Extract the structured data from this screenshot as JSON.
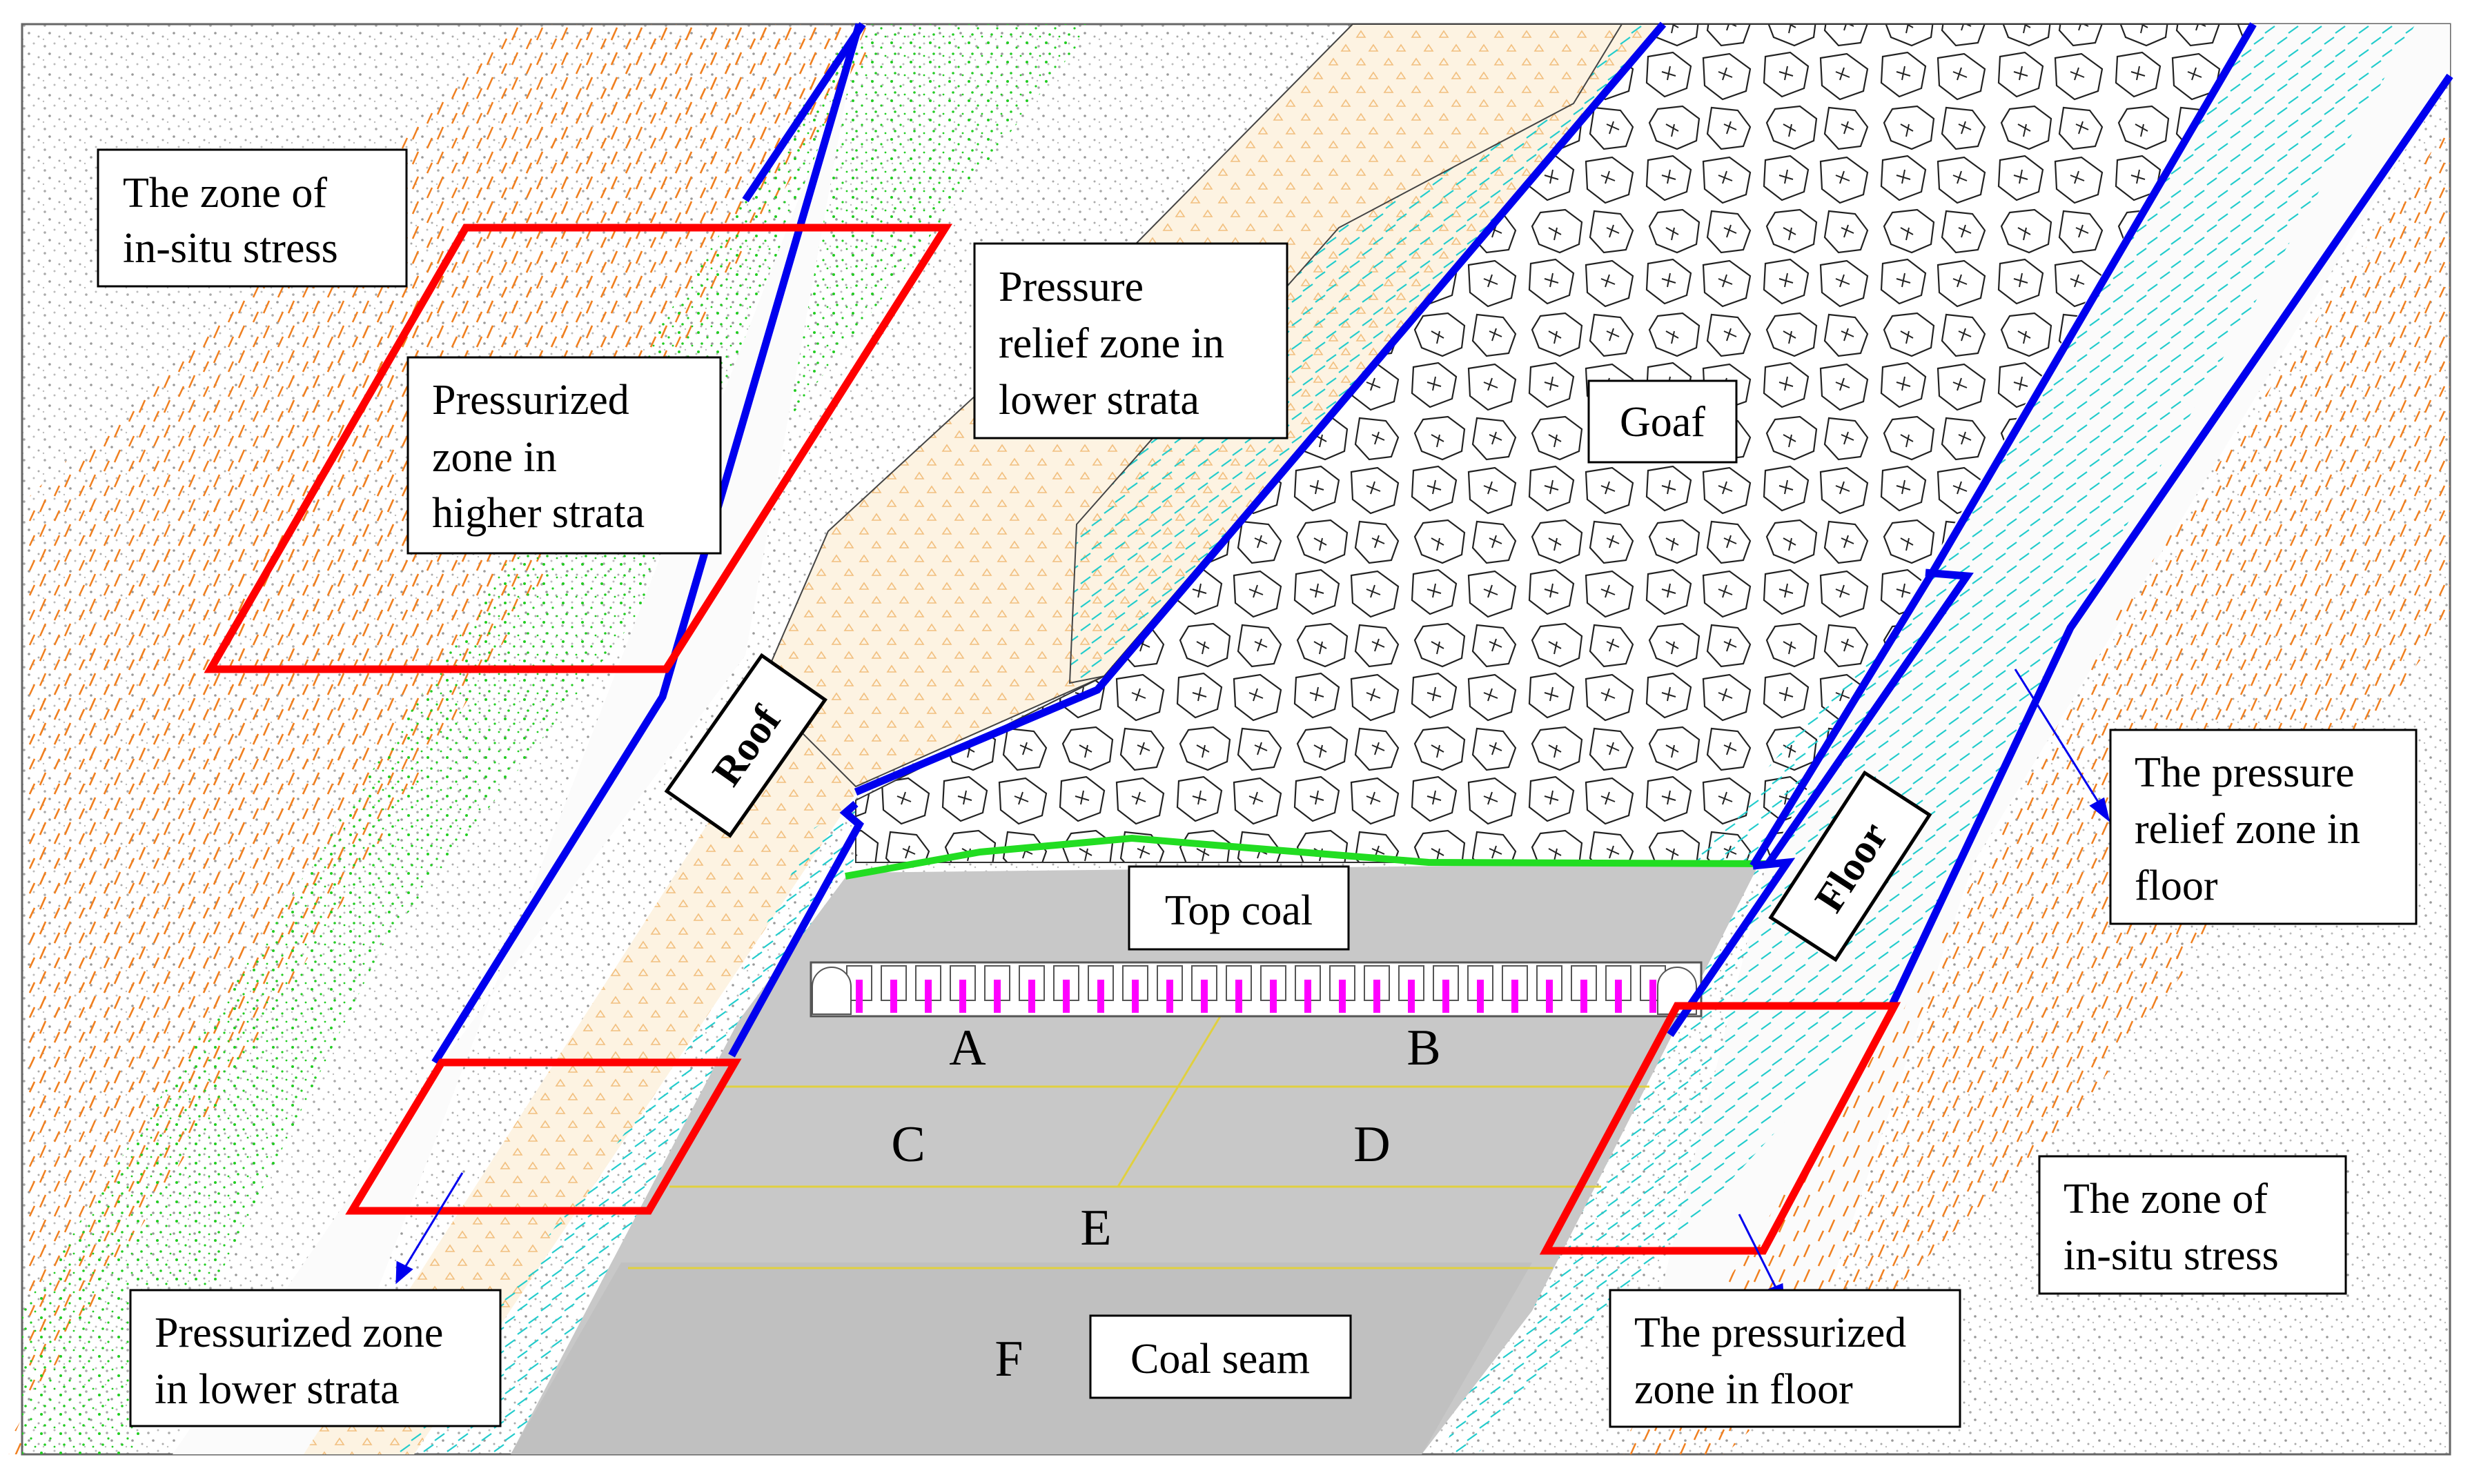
{
  "labels": {
    "zone_insitu_left_1": "The zone of",
    "zone_insitu_left_2": "in-situ stress",
    "zone_insitu_right_1": "The zone of",
    "zone_insitu_right_2": "in-situ stress",
    "press_higher_1": "Pressurized",
    "press_higher_2": "zone in",
    "press_higher_3": "higher strata",
    "relief_lower_1": "Pressure",
    "relief_lower_2": "relief zone in",
    "relief_lower_3": "lower strata",
    "goaf": "Goaf",
    "roof": "Roof",
    "floor": "Floor",
    "relief_floor_1": "The pressure",
    "relief_floor_2": "relief zone in",
    "relief_floor_3": "floor",
    "top_coal": "Top coal",
    "press_lower_1": "Pressurized zone",
    "press_lower_2": "in lower strata",
    "press_floor_1": "The pressurized",
    "press_floor_2": "zone in floor",
    "coal_seam": "Coal seam"
  },
  "regions": [
    "A",
    "B",
    "C",
    "D",
    "E",
    "F"
  ],
  "colors": {
    "boundary_blue": "#0000ee",
    "zone_red": "#ff0000",
    "goaf_line_green": "#22dd22",
    "coal_gray": "#c8c8c8",
    "support_magenta": "#ff00ff",
    "sandstone_orange": "#f08020",
    "green_dots": "#22cc22",
    "cyan_hatch": "#22cccc"
  }
}
